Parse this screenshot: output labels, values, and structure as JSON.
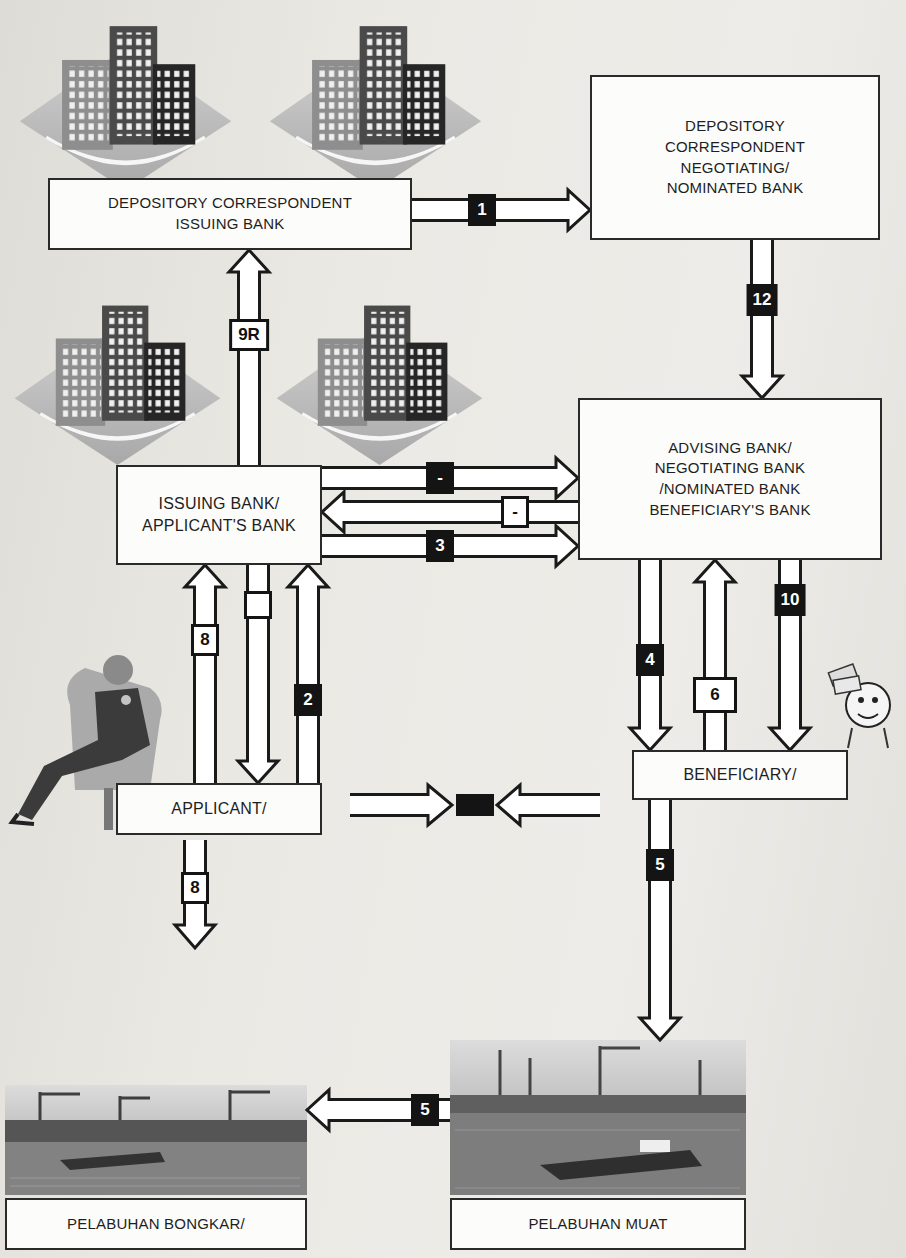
{
  "diagram": {
    "nodes": [
      {
        "text": [
          "DEPOSITORY CORRESPONDENT ISSUING BANK"
        ]
      },
      {
        "text": [
          "DEPOSITORY CORRESPONDENT NEGOTIATING/ NOMINATED BANK"
        ]
      },
      {
        "text": [
          "ISSUING BANK/ APPLICANT'S BANK"
        ]
      },
      {
        "text": [
          "ADVISING BANK/ NEGOTIATING BANK /NOMINATED BANK BENEFICIARY'S BANK"
        ]
      },
      {
        "text": [
          "APPLICANT/"
        ]
      },
      {
        "text": [
          "BENEFICIARY/"
        ]
      },
      {
        "text": [
          "PELABUHAN BONGKAR/"
        ]
      },
      {
        "text": [
          "PELABUHAN MUAT"
        ]
      }
    ],
    "edges": [
      {
        "from": 0,
        "to": 1,
        "arrow": "to",
        "label": "1"
      },
      {
        "from": 2,
        "to": 0,
        "arrow": "to",
        "label": "9R"
      },
      {
        "from": 1,
        "to": 3,
        "arrow": "to",
        "label": "12"
      },
      {
        "from": 2,
        "to": 3,
        "arrow": "to",
        "label": "-"
      },
      {
        "from": 3,
        "to": 2,
        "arrow": "to",
        "label": "-"
      },
      {
        "from": 2,
        "to": 3,
        "arrow": "to",
        "label": "3"
      },
      {
        "from": 4,
        "to": 2,
        "arrow": "to",
        "label": "8"
      },
      {
        "from": 2,
        "to": 4,
        "arrow": "to"
      },
      {
        "from": 4,
        "to": 2,
        "arrow": "to",
        "label": "2"
      },
      {
        "from": 3,
        "to": 5,
        "arrow": "to",
        "label": "4"
      },
      {
        "from": 5,
        "to": 3,
        "arrow": "to",
        "label": "6"
      },
      {
        "from": 3,
        "to": 5,
        "arrow": "to",
        "label": "10"
      },
      {
        "from": 5,
        "to": 7,
        "arrow": "to",
        "label": "5"
      },
      {
        "from": 7,
        "to": 6,
        "arrow": "to",
        "label": "5"
      }
    ],
    "labels": [
      "8"
    ]
  }
}
